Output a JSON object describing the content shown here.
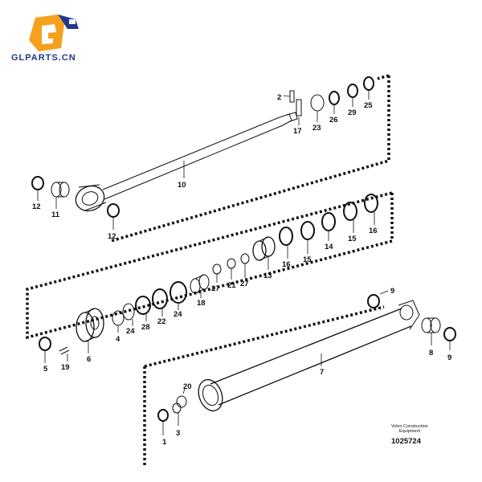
{
  "brand": {
    "name": "GLPARTS.CN",
    "accent": "#f6a11e",
    "secondary": "#1f3a8a"
  },
  "caption": {
    "line1": "Volvo Construction",
    "line2": "Equipment",
    "doc_number": "1025724"
  },
  "callouts": [
    "1",
    "2",
    "3",
    "4",
    "5",
    "6",
    "7",
    "8",
    "9",
    "9",
    "10",
    "11",
    "12",
    "12",
    "13",
    "14",
    "15",
    "15",
    "16",
    "16",
    "17",
    "18",
    "19",
    "20",
    "21",
    "22",
    "23",
    "24",
    "24",
    "25",
    "26",
    "27",
    "27",
    "28",
    "29"
  ],
  "icons": {
    "logo": "excavator-bucket-logo"
  }
}
